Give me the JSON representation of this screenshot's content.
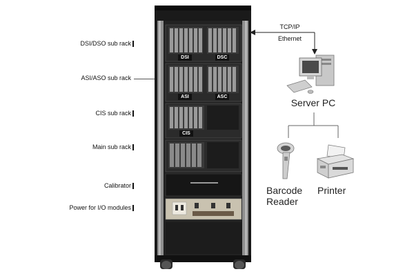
{
  "rack_labels": [
    "DSI/DSO sub rack",
    "ASI/ASO sub rack",
    "CIS sub rack",
    "Main sub rack",
    "Calibrator",
    "Power for I/O modules"
  ],
  "module_labels": {
    "dsi": "DSI",
    "dsc": "DSC",
    "asi": "ASI",
    "asc": "ASC",
    "cis": "CIS"
  },
  "network": {
    "line1": "TCP/IP",
    "line2": "Ethernet"
  },
  "devices": {
    "server": "Server PC",
    "barcode_line1": "Barcode",
    "barcode_line2": "Reader",
    "printer": "Printer"
  }
}
